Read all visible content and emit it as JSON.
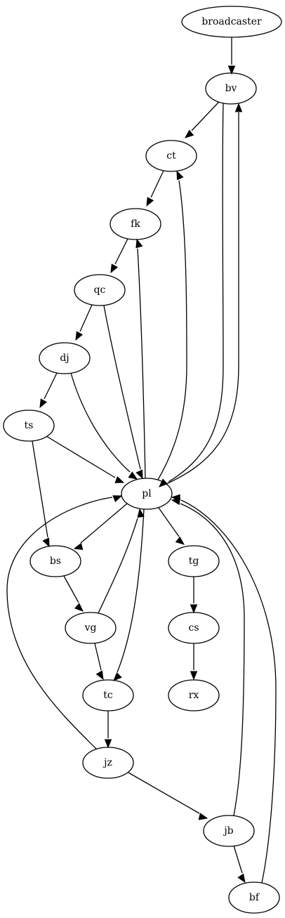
{
  "diagram": {
    "nodes": [
      {
        "id": "broadcaster",
        "label": "broadcaster"
      },
      {
        "id": "bv",
        "label": "bv"
      },
      {
        "id": "ct",
        "label": "ct"
      },
      {
        "id": "fk",
        "label": "fk"
      },
      {
        "id": "qc",
        "label": "qc"
      },
      {
        "id": "dj",
        "label": "dj"
      },
      {
        "id": "ts",
        "label": "ts"
      },
      {
        "id": "pl",
        "label": "pl"
      },
      {
        "id": "bs",
        "label": "bs"
      },
      {
        "id": "tg",
        "label": "tg"
      },
      {
        "id": "vg",
        "label": "vg"
      },
      {
        "id": "cs",
        "label": "cs"
      },
      {
        "id": "tc",
        "label": "tc"
      },
      {
        "id": "rx",
        "label": "rx"
      },
      {
        "id": "jz",
        "label": "jz"
      },
      {
        "id": "jb",
        "label": "jb"
      },
      {
        "id": "bf",
        "label": "bf"
      }
    ],
    "edges": [
      {
        "from": "broadcaster",
        "to": "bv"
      },
      {
        "from": "bv",
        "to": "ct"
      },
      {
        "from": "bv",
        "to": "pl"
      },
      {
        "from": "ct",
        "to": "fk"
      },
      {
        "from": "fk",
        "to": "qc"
      },
      {
        "from": "qc",
        "to": "dj"
      },
      {
        "from": "qc",
        "to": "pl"
      },
      {
        "from": "dj",
        "to": "ts"
      },
      {
        "from": "dj",
        "to": "pl"
      },
      {
        "from": "ts",
        "to": "pl"
      },
      {
        "from": "ts",
        "to": "bs"
      },
      {
        "from": "pl",
        "to": "bv"
      },
      {
        "from": "pl",
        "to": "ct"
      },
      {
        "from": "pl",
        "to": "fk"
      },
      {
        "from": "pl",
        "to": "bs"
      },
      {
        "from": "pl",
        "to": "tg"
      },
      {
        "from": "pl",
        "to": "tc"
      },
      {
        "from": "bs",
        "to": "vg"
      },
      {
        "from": "vg",
        "to": "pl"
      },
      {
        "from": "vg",
        "to": "tc"
      },
      {
        "from": "tg",
        "to": "cs"
      },
      {
        "from": "cs",
        "to": "rx"
      },
      {
        "from": "tc",
        "to": "jz"
      },
      {
        "from": "jz",
        "to": "pl"
      },
      {
        "from": "jz",
        "to": "jb"
      },
      {
        "from": "jb",
        "to": "pl"
      },
      {
        "from": "jb",
        "to": "bf"
      },
      {
        "from": "bf",
        "to": "pl"
      }
    ]
  }
}
